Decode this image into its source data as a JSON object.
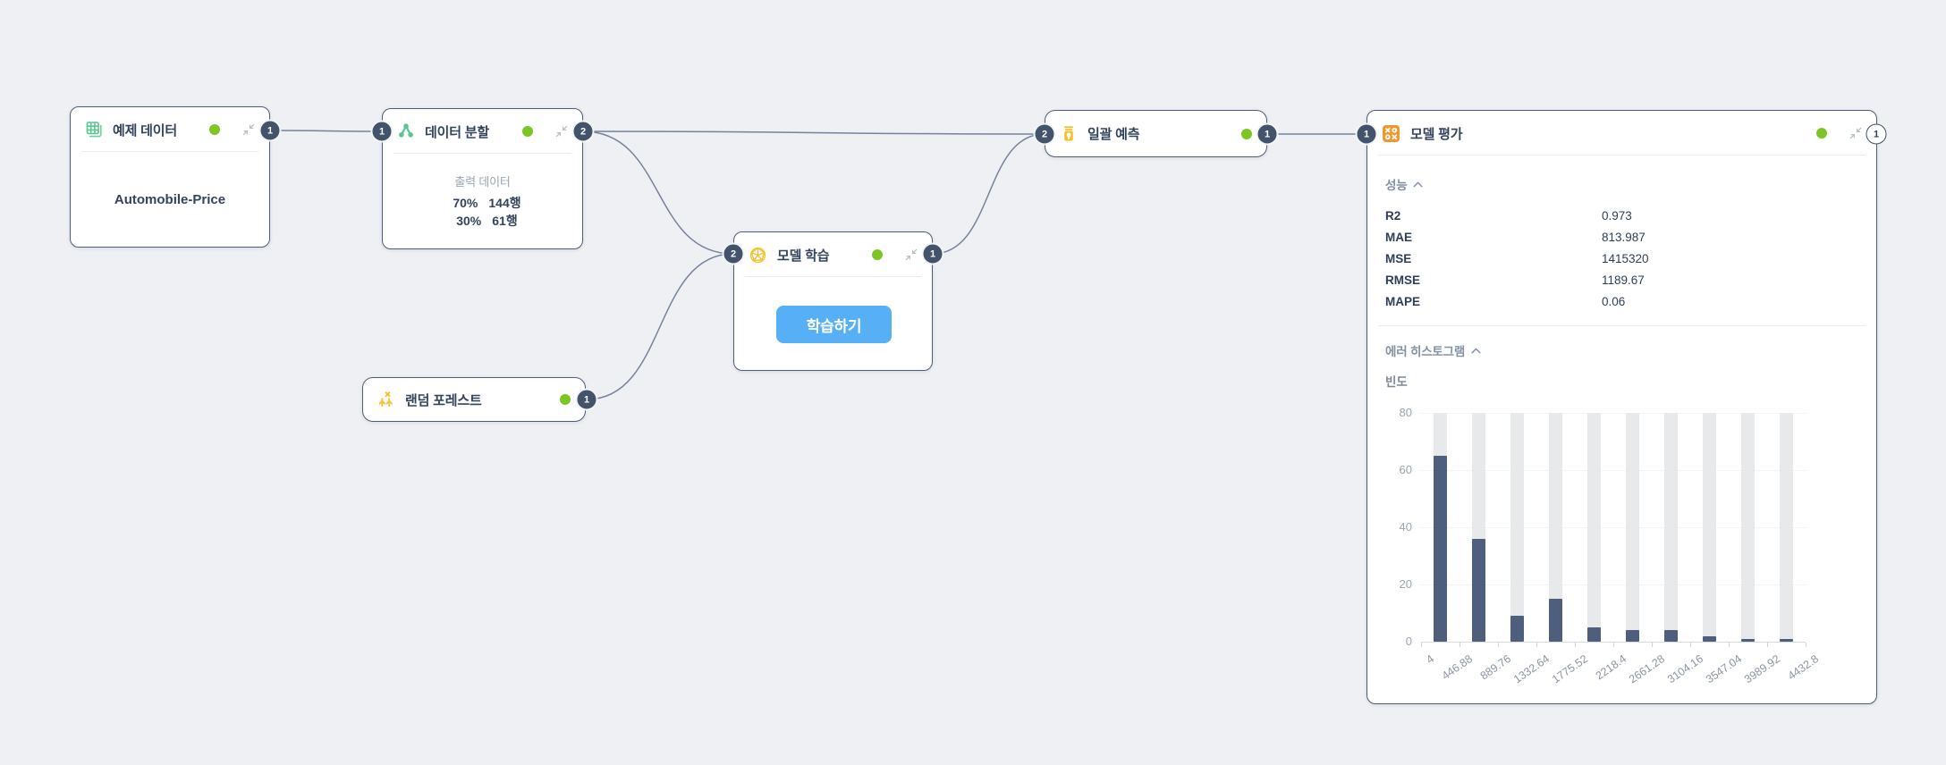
{
  "nodes": {
    "example_data": {
      "title": "예제 데이터",
      "icon": "table-grid-icon",
      "dataset_name": "Automobile-Price"
    },
    "data_split": {
      "title": "데이터 분할",
      "icon": "split-branch-icon",
      "output_label": "출력 데이터",
      "rows": [
        {
          "pct": "70%",
          "count": "144행"
        },
        {
          "pct": "30%",
          "count": "61행"
        }
      ]
    },
    "model_training": {
      "title": "모델 학습",
      "icon": "network-sphere-icon",
      "train_button_label": "학습하기"
    },
    "random_forest": {
      "title": "랜덤 포레스트",
      "icon": "forest-icon"
    },
    "batch_prediction": {
      "title": "일괄 예측",
      "icon": "jar-bulb-icon"
    },
    "model_evaluation": {
      "title": "모델 평가",
      "icon": "xo-grid-icon",
      "performance": {
        "label": "성능",
        "metrics": [
          {
            "name": "R2",
            "value": "0.973"
          },
          {
            "name": "MAE",
            "value": "813.987"
          },
          {
            "name": "MSE",
            "value": "1415320"
          },
          {
            "name": "RMSE",
            "value": "1189.67"
          },
          {
            "name": "MAPE",
            "value": "0.06"
          }
        ]
      },
      "histogram": {
        "label": "에러 히스토그램",
        "ylabel": "빈도"
      }
    }
  },
  "ports": {
    "example_data_out": "1",
    "data_split_in": "1",
    "data_split_out": "2",
    "model_training_in": "2",
    "model_training_out": "1",
    "random_forest_out": "1",
    "batch_prediction_in": "2",
    "batch_prediction_out": "1",
    "model_evaluation_in": "1",
    "model_evaluation_out": "1"
  },
  "edges": [
    {
      "from": "example_data.out",
      "to": "data_split.in"
    },
    {
      "from": "data_split.out",
      "to": "batch_prediction.in"
    },
    {
      "from": "data_split.out",
      "to": "model_training.in"
    },
    {
      "from": "random_forest.out",
      "to": "model_training.in"
    },
    {
      "from": "model_training.out",
      "to": "batch_prediction.in"
    },
    {
      "from": "batch_prediction.out",
      "to": "model_evaluation.in"
    }
  ],
  "chart_data": {
    "type": "bar",
    "title": "에러 히스토그램",
    "xlabel": "",
    "ylabel": "빈도",
    "ylim": [
      0,
      80
    ],
    "yticks": [
      0,
      20,
      40,
      60,
      80
    ],
    "bin_edges": [
      "4",
      "446.88",
      "889.76",
      "1332.64",
      "1775.52",
      "2218.4",
      "2661.28",
      "3104.16",
      "3547.04",
      "3989.92",
      "4432.8"
    ],
    "values": [
      65,
      36,
      9,
      15,
      5,
      4,
      4,
      2,
      1,
      1
    ],
    "bar_color": "#4d5f7d",
    "bg_bar_color": "#e8e9eb",
    "bg_bar_value": 80,
    "grid": true,
    "legend": false
  },
  "colors": {
    "canvas_bg": "#eef0f3",
    "node_border": "#4d5d77",
    "port_bg": "#42536b",
    "status_green": "#7cc623",
    "accent_blue": "#57b0f6",
    "icon_green": "#57c690",
    "icon_yellow": "#f4c02c",
    "icon_orange": "#f2962a",
    "edge": "#74829c"
  }
}
